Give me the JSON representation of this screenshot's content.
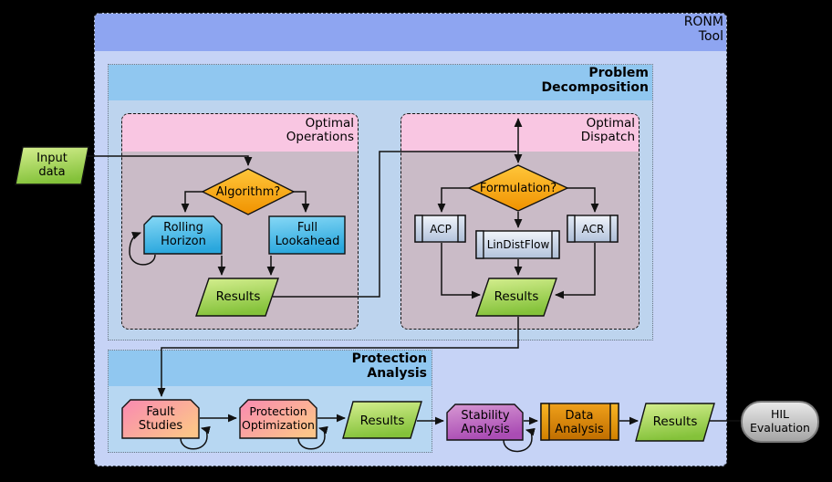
{
  "diagram": {
    "title": "RONM\nTool",
    "groups": {
      "problem_decomposition": "Problem\nDecomposition",
      "optimal_operations": "Optimal\nOperations",
      "optimal_dispatch": "Optimal\nDispatch",
      "protection_analysis": "Protection\nAnalysis"
    },
    "nodes": {
      "input_data": "Input\ndata",
      "algorithm": "Algorithm?",
      "rolling_horizon": "Rolling\nHorizon",
      "full_lookahead": "Full\nLookahead",
      "results_operations": "Results",
      "formulation": "Formulation?",
      "acp": "ACP",
      "lindistflow": "LinDistFlow",
      "acr": "ACR",
      "results_dispatch": "Results",
      "fault_studies": "Fault\nStudies",
      "protection_optimization": "Protection\nOptimization",
      "results_protection": "Results",
      "stability_analysis": "Stability\nAnalysis",
      "data_analysis": "Data\nAnalysis",
      "results_final": "Results",
      "hil_evaluation": "HIL\nEvaluation"
    },
    "colors": {
      "background": "#000000",
      "outer_fill": "#c6d3f6",
      "outer_header": "#8ea5f1",
      "group_blue_header": "#90c7f0",
      "group_blue_fill": "#bdd4ee",
      "protection_fill": "#b7d7f2",
      "pink_header": "#f9c6e2",
      "mauve_fill": "#cabbc7",
      "decision_orange": "#f9a81b",
      "process_blue": "#4cbce8",
      "results_green": "#a8d85e",
      "subroutine_gray_blue": "#ccd8ea",
      "fault_pink_orange": "#fa9f90",
      "stability_purple": "#bf6ec4",
      "data_orange": "#d98a0d",
      "hil_gray": "#c8c8c8"
    }
  }
}
